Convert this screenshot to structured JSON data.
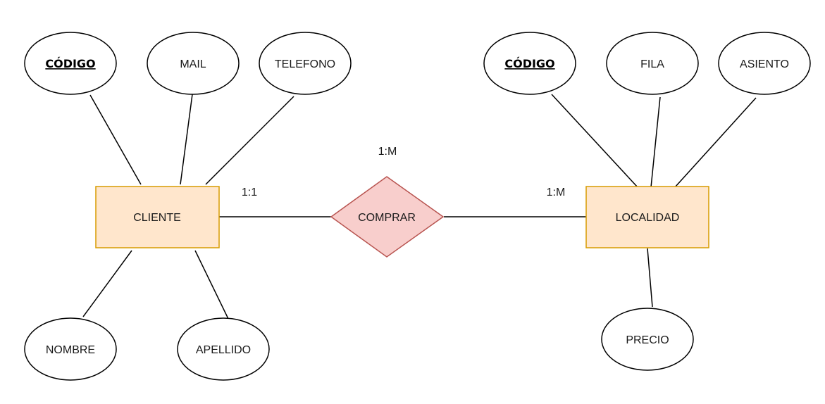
{
  "entities": {
    "cliente": {
      "label": "CLIENTE"
    },
    "localidad": {
      "label": "LOCALIDAD"
    }
  },
  "relationship": {
    "label": "COMPRAR"
  },
  "attributes": {
    "cliente_codigo": "CÓDIGO",
    "mail": "MAIL",
    "telefono": "TELEFONO",
    "nombre": "NOMBRE",
    "apellido": "APELLIDO",
    "localidad_codigo": "CÓDIGO",
    "fila": "FILA",
    "asiento": "ASIENTO",
    "precio": "PRECIO"
  },
  "cardinalities": {
    "top": "1:M",
    "cliente_side": "1:1",
    "localidad_side": "1:M"
  },
  "colors": {
    "entity_fill": "#ffe6cc",
    "entity_stroke": "#d79b00",
    "relationship_fill": "#f8cecc",
    "relationship_stroke": "#b85450",
    "line": "#000000"
  }
}
